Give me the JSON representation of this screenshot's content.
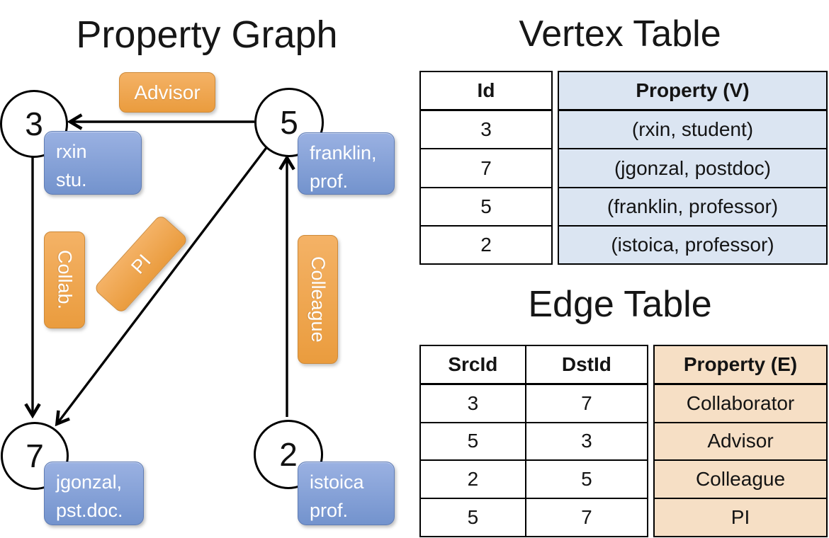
{
  "graph": {
    "title": "Property Graph",
    "nodes": [
      {
        "id": "3",
        "property_line1": "rxin",
        "property_line2": "stu."
      },
      {
        "id": "5",
        "property_line1": "franklin,",
        "property_line2": "prof."
      },
      {
        "id": "7",
        "property_line1": "jgonzal,",
        "property_line2": "pst.doc."
      },
      {
        "id": "2",
        "property_line1": "istoica",
        "property_line2": "prof."
      }
    ],
    "edge_labels": [
      {
        "edge": "5-to-3",
        "label": "Advisor"
      },
      {
        "edge": "3-to-7",
        "label": "Collab."
      },
      {
        "edge": "5-to-7",
        "label": "PI"
      },
      {
        "edge": "2-to-5",
        "label": "Colleague"
      }
    ]
  },
  "vertex_table": {
    "title": "Vertex Table",
    "columns": {
      "id": "Id",
      "property": "Property (V)"
    },
    "rows": [
      {
        "id": "3",
        "property": "(rxin, student)"
      },
      {
        "id": "7",
        "property": "(jgonzal, postdoc)"
      },
      {
        "id": "5",
        "property": "(franklin, professor)"
      },
      {
        "id": "2",
        "property": "(istoica, professor)"
      }
    ]
  },
  "edge_table": {
    "title": "Edge Table",
    "columns": {
      "src": "SrcId",
      "dst": "DstId",
      "property": "Property (E)"
    },
    "rows": [
      {
        "src": "3",
        "dst": "7",
        "property": "Collaborator"
      },
      {
        "src": "5",
        "dst": "3",
        "property": "Advisor"
      },
      {
        "src": "2",
        "dst": "5",
        "property": "Colleague"
      },
      {
        "src": "5",
        "dst": "7",
        "property": "PI"
      }
    ]
  },
  "colors": {
    "edge_label_fill_top": "#f4b266",
    "edge_label_fill_bottom": "#ea9c3e",
    "vertex_property_fill_top": "#9ab1e2",
    "vertex_property_fill_bottom": "#7393cd",
    "vertex_table_property_bg": "#dbe5f2",
    "edge_table_property_bg": "#f6dfc5",
    "edge_stroke": "#000000"
  }
}
